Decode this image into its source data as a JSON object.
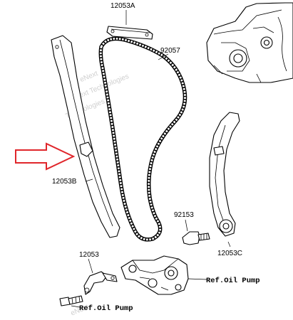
{
  "labels": {
    "p12053A": "12053A",
    "p92057": "92057",
    "p12053B": "12053B",
    "p92153": "92153",
    "p12053C": "12053C",
    "p12053": "12053",
    "ref_oil_pump_right": "Ref.Oil Pump",
    "ref_oil_pump_left": "Ref.Oil Pump"
  },
  "watermark": {
    "line1": "eNext",
    "line2": "eNext Technologies",
    "line3": "Technologies",
    "line4": "eNext"
  },
  "colors": {
    "arrow": "#e0262b",
    "line": "#000000",
    "watermark": "#cfcfcf"
  }
}
